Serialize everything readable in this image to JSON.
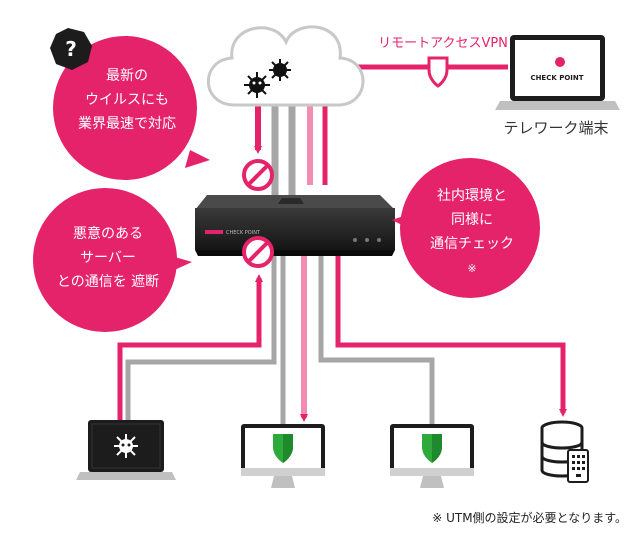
{
  "cloud_bubble": {
    "lines": [
      "最新の",
      "ウイルスにも",
      "業界最速で対応"
    ]
  },
  "block_bubble": {
    "lines": [
      "悪意のある",
      "サーバー",
      "との通信を 遮断"
    ]
  },
  "check_bubble": {
    "lines": [
      "社内環境と",
      "同様に",
      "通信チェック",
      "※"
    ]
  },
  "vpn_label": "リモートアクセスVPN",
  "telework": {
    "label": "テレワーク端末",
    "brand": "CHECK POINT"
  },
  "appliance": {
    "brand": "CHECK POINT"
  },
  "footnote": "※ UTM側の設定が必要となります。",
  "colors": {
    "accent": "#e5236b",
    "accent_light": "#f28cb3",
    "line_gray": "#a6a6a6",
    "shield_green": "#2eaa3c",
    "dark": "#1c1c1c"
  },
  "icons": [
    "question-badge-icon",
    "virus-icon",
    "block-icon",
    "shield-icon",
    "laptop-icon",
    "monitor-icon",
    "server-icon",
    "appliance-icon",
    "cloud-icon"
  ]
}
